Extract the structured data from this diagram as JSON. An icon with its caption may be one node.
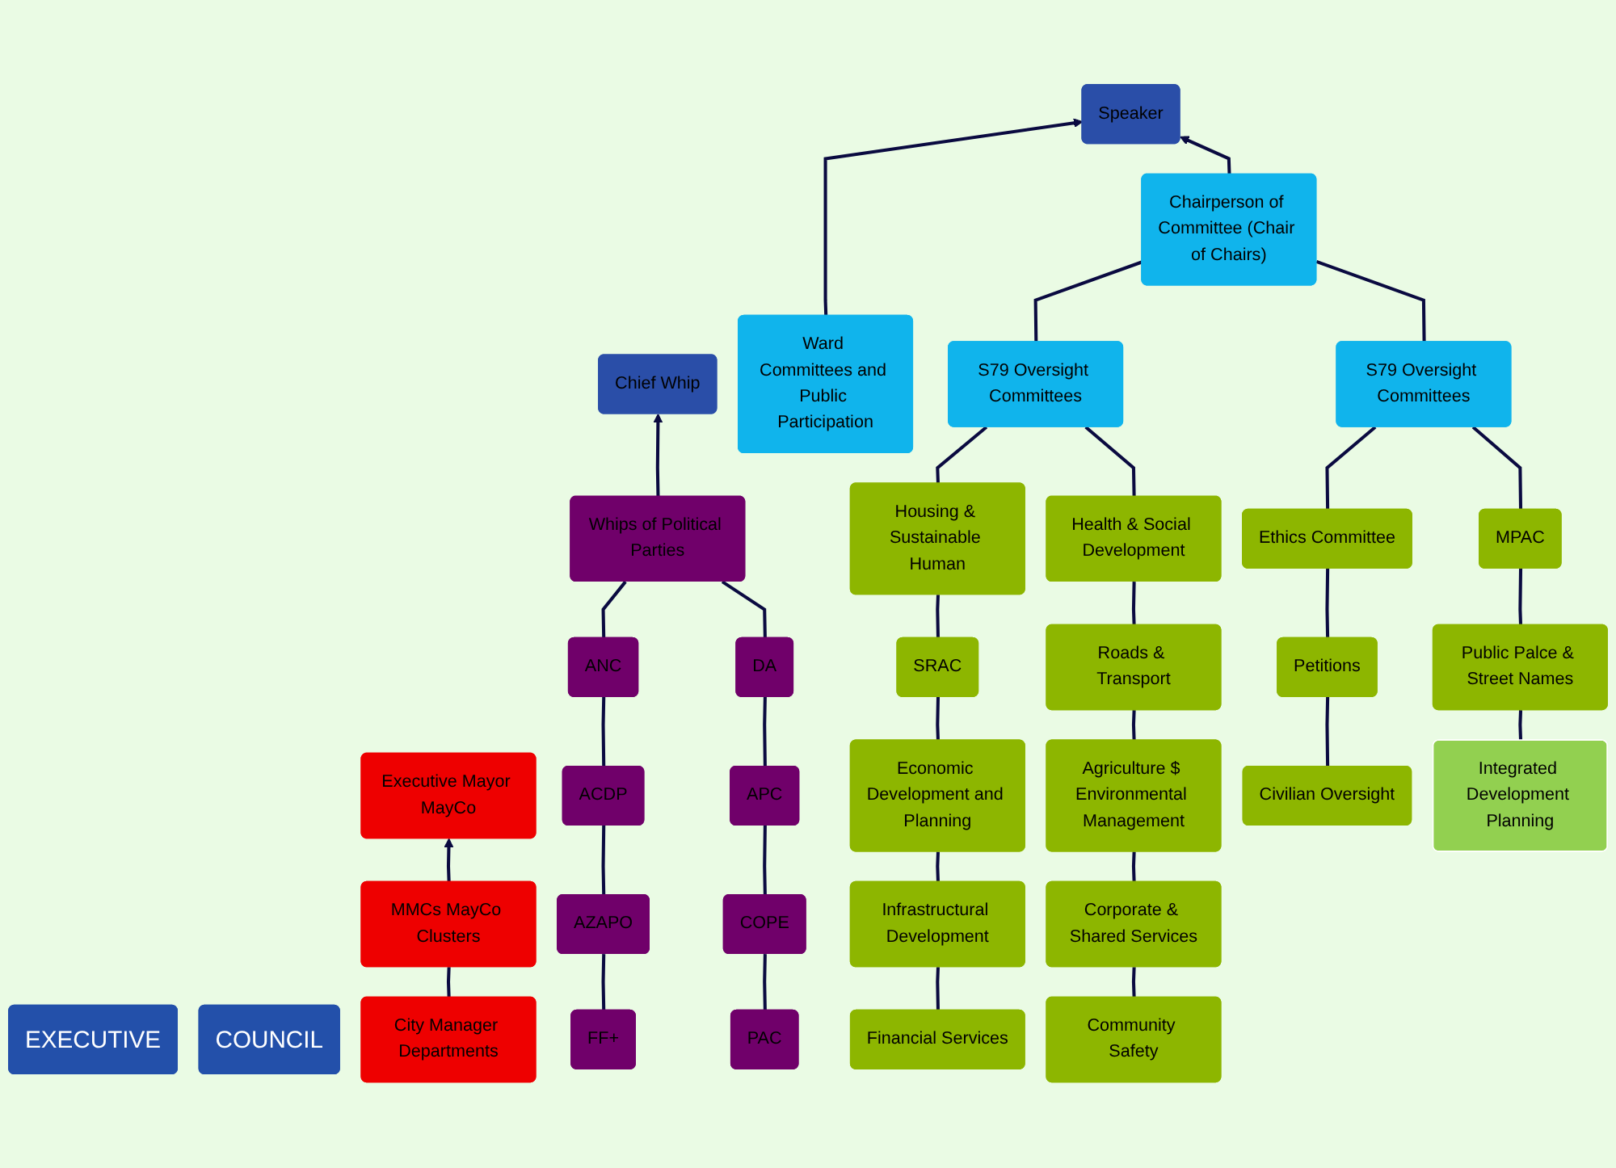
{
  "diagram": {
    "nodes": [
      {
        "text": [
          "EXECUTIVE"
        ]
      },
      {
        "text": [
          "COUNCIL"
        ]
      },
      {
        "text": [
          "Executive Mayor MayCo"
        ]
      },
      {
        "text": [
          "MMCs MayCo Clusters"
        ]
      },
      {
        "text": [
          "City Manager Departments"
        ]
      },
      {
        "text": [
          "Speaker"
        ]
      },
      {
        "text": [
          "Chief Whip"
        ]
      },
      {
        "text": [
          "Ward Committees and Public Participation"
        ]
      },
      {
        "text": [
          "Chairperson of Committee (Chair of Chairs)"
        ]
      },
      {
        "text": [
          "Whips of Political Parties"
        ]
      },
      {
        "text": [
          "S79 Oversight Committees"
        ]
      },
      {
        "text": [
          "S79 Oversight Committees"
        ]
      },
      {
        "text": [
          "Housing & Sustainable Human"
        ]
      },
      {
        "text": [
          "Health & Social Development"
        ]
      },
      {
        "text": [
          "Ethics Committee"
        ]
      },
      {
        "text": [
          "MPAC"
        ]
      },
      {
        "text": [
          "SRAC"
        ]
      },
      {
        "text": [
          "Roads & Transport"
        ]
      },
      {
        "text": [
          "Petitions"
        ]
      },
      {
        "text": [
          "Public Palce & Street Names"
        ]
      },
      {
        "text": [
          "Economic Development and Planning"
        ]
      },
      {
        "text": [
          "Agriculture $ Environmental Management"
        ]
      },
      {
        "text": [
          "Civilian Oversight"
        ]
      },
      {
        "text": [
          "Integrated Development Planning"
        ]
      },
      {
        "text": [
          "Infrastructural Development"
        ]
      },
      {
        "text": [
          "Corporate & Shared Services"
        ]
      },
      {
        "text": [
          "Financial Services"
        ]
      },
      {
        "text": [
          "Community Safety"
        ]
      },
      {
        "text": [
          "ANC"
        ]
      },
      {
        "text": [
          "DA"
        ]
      },
      {
        "text": [
          "ACDP"
        ]
      },
      {
        "text": [
          "APC"
        ]
      },
      {
        "text": [
          "AZAPO"
        ]
      },
      {
        "text": [
          "COPE"
        ]
      },
      {
        "text": [
          "FF+"
        ]
      },
      {
        "text": [
          "PAC"
        ]
      }
    ],
    "edges": [
      {
        "from": 3,
        "to": 2,
        "arrow": "to"
      },
      {
        "from": 3,
        "to": 4,
        "arrow": "none"
      },
      {
        "from": 7,
        "to": 5,
        "arrow": "to"
      },
      {
        "from": 8,
        "to": 5,
        "arrow": "to"
      },
      {
        "from": 8,
        "to": 10,
        "arrow": "none"
      },
      {
        "from": 8,
        "to": 11,
        "arrow": "none"
      },
      {
        "from": 10,
        "to": 12,
        "arrow": "none"
      },
      {
        "from": 10,
        "to": 13,
        "arrow": "none"
      },
      {
        "from": 11,
        "to": 14,
        "arrow": "none"
      },
      {
        "from": 11,
        "to": 15,
        "arrow": "none"
      },
      {
        "from": 12,
        "to": 16,
        "arrow": "none"
      },
      {
        "from": 16,
        "to": 20,
        "arrow": "none"
      },
      {
        "from": 20,
        "to": 24,
        "arrow": "none"
      },
      {
        "from": 24,
        "to": 26,
        "arrow": "none"
      },
      {
        "from": 13,
        "to": 17,
        "arrow": "none"
      },
      {
        "from": 17,
        "to": 21,
        "arrow": "none"
      },
      {
        "from": 21,
        "to": 25,
        "arrow": "none"
      },
      {
        "from": 25,
        "to": 27,
        "arrow": "none"
      },
      {
        "from": 14,
        "to": 18,
        "arrow": "none"
      },
      {
        "from": 18,
        "to": 22,
        "arrow": "none"
      },
      {
        "from": 15,
        "to": 19,
        "arrow": "none"
      },
      {
        "from": 19,
        "to": 23,
        "arrow": "none"
      },
      {
        "from": 9,
        "to": 6,
        "arrow": "to"
      },
      {
        "from": 9,
        "to": 28,
        "arrow": "none"
      },
      {
        "from": 9,
        "to": 29,
        "arrow": "none"
      },
      {
        "from": 28,
        "to": 30,
        "arrow": "none"
      },
      {
        "from": 30,
        "to": 32,
        "arrow": "none"
      },
      {
        "from": 32,
        "to": 34,
        "arrow": "none"
      },
      {
        "from": 29,
        "to": 31,
        "arrow": "none"
      },
      {
        "from": 31,
        "to": 33,
        "arrow": "none"
      },
      {
        "from": 33,
        "to": 35,
        "arrow": "none"
      }
    ]
  }
}
